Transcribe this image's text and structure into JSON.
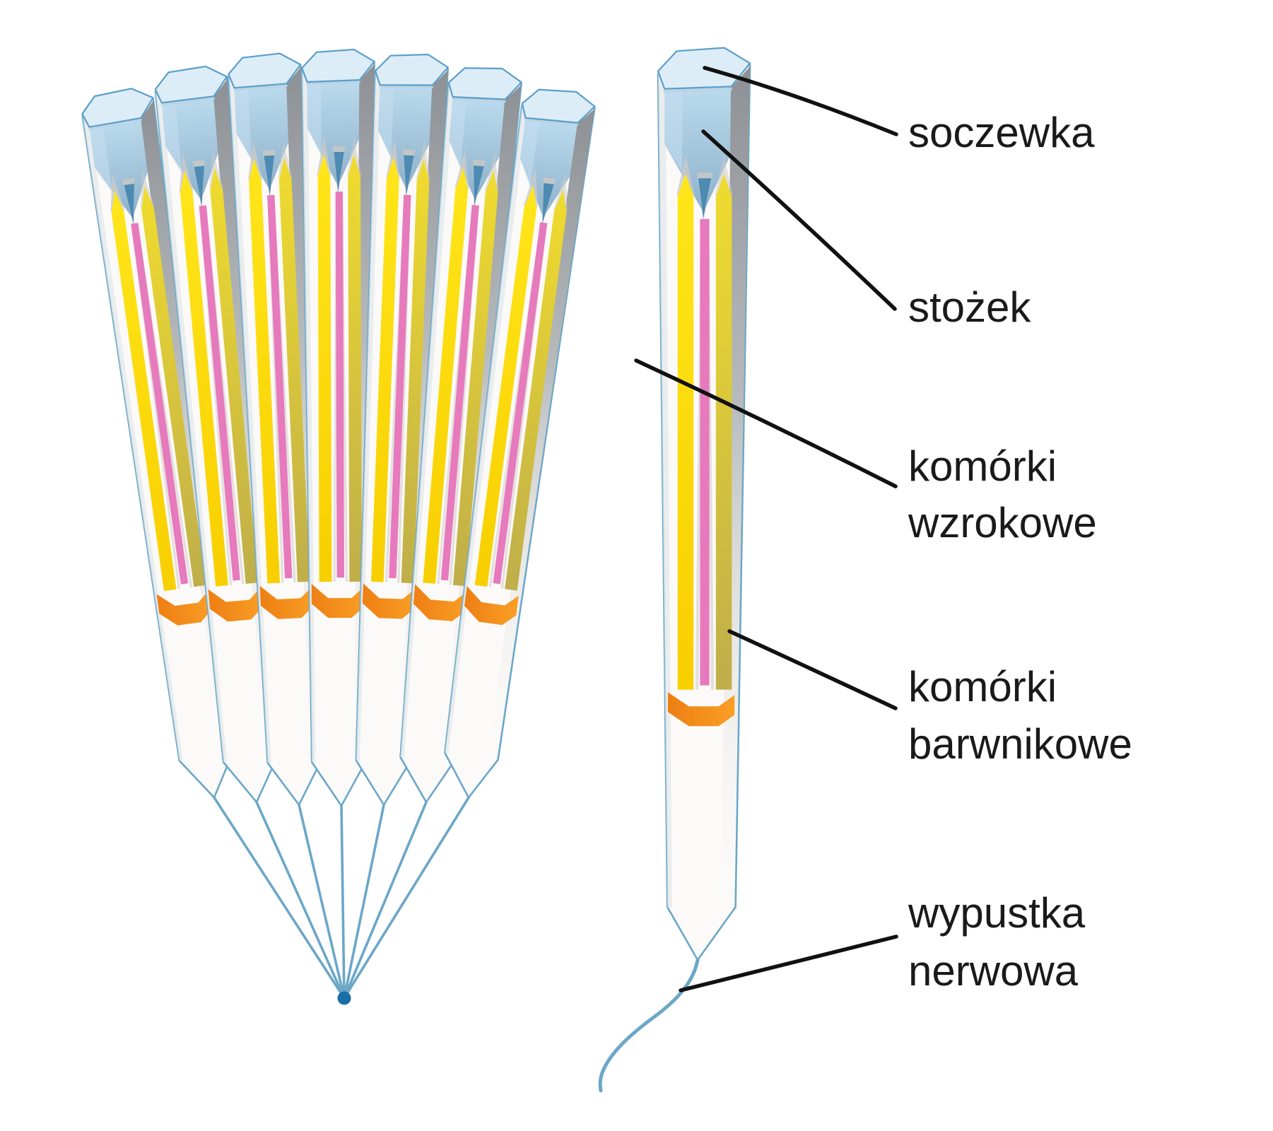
{
  "diagram": {
    "ommatidia_count": 7,
    "labels": {
      "soczewka": "soczewka",
      "stozek": "stożek",
      "komorki_wzrokowe": {
        "line1": "komórki",
        "line2": "wzrokowe"
      },
      "komorki_barwnikowe": {
        "line1": "komórki",
        "line2": "barwnikowe"
      },
      "wypustka_nerwowa": {
        "line1": "wypustka",
        "line2": "nerwowa"
      }
    }
  },
  "palette": {
    "background": "#ffffff",
    "outline_blue": "#6ba7c8",
    "cap_fill": "#dcedf8",
    "cap_stroke": "#5b9ec9",
    "cap_rim": "#b9d3e3",
    "lens_light": "#bcdbee",
    "lens_dark": "#8db1ca",
    "cone_tip": "#4d8bb3",
    "gray_face": "#8d9195",
    "yellow_bright": "#ffe000",
    "yellow_olive": "#bfae4a",
    "pink": "#e779bd",
    "orange": "#f6911e",
    "body_white": "#fbfaf8",
    "nerve_dot": "#196ea6",
    "label_line": "#111111",
    "label_text": "#1a1a1a"
  }
}
